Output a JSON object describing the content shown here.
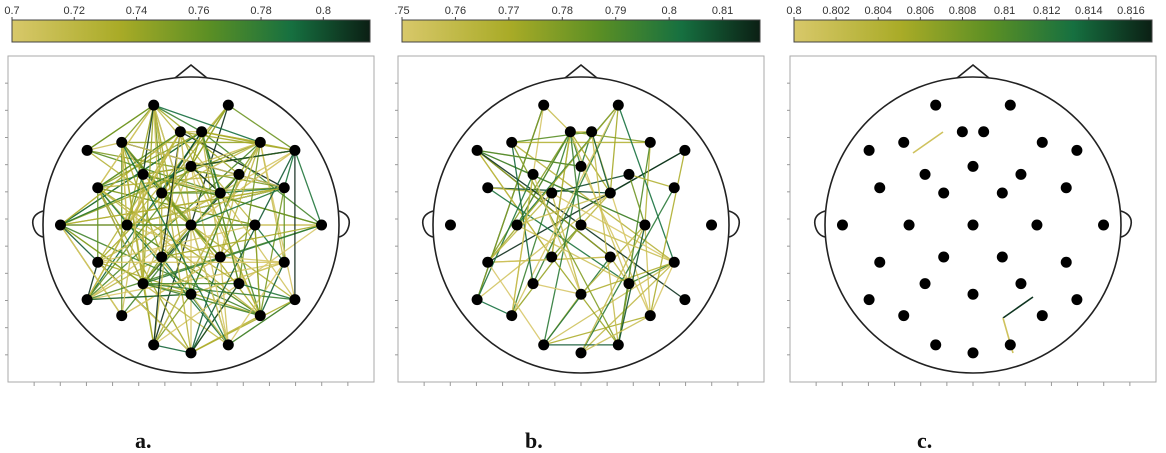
{
  "colors": {
    "scale_low": "#d8c86a",
    "scale_mid1": "#9aa61c",
    "scale_mid2": "#4f8a2a",
    "scale_mid3": "#16683a",
    "scale_high": "#0b1f14",
    "node": "#000000",
    "head_outline": "#222222",
    "frame": "#999999"
  },
  "panels": [
    {
      "label": "a.",
      "colorbar": {
        "min": 0.7,
        "max": 0.815,
        "ticks": [
          "0.7",
          "0.72",
          "0.74",
          "0.76",
          "0.78",
          "0.8"
        ],
        "tick_values": [
          0.7,
          0.72,
          0.74,
          0.76,
          0.78,
          0.8
        ]
      },
      "edge_mode": "dense",
      "edge_seed": 7,
      "edge_count": 220
    },
    {
      "label": "b.",
      "colorbar": {
        "min": 0.75,
        "max": 0.817,
        "ticks": [
          ".75",
          "0.76",
          "0.77",
          "0.78",
          "0.79",
          "0.8",
          "0.81"
        ],
        "tick_values": [
          0.75,
          0.76,
          0.77,
          0.78,
          0.79,
          0.8,
          0.81
        ]
      },
      "edge_mode": "medium",
      "edge_seed": 13,
      "edge_count": 95
    },
    {
      "label": "c.",
      "colorbar": {
        "min": 0.8,
        "max": 0.817,
        "ticks": [
          "0.8",
          "0.802",
          "0.804",
          "0.806",
          "0.808",
          "0.81",
          "0.812",
          "0.814",
          "0.816"
        ],
        "tick_values": [
          0.8,
          0.802,
          0.804,
          0.806,
          0.808,
          0.81,
          0.812,
          0.814,
          0.816
        ]
      },
      "edge_mode": "sparse",
      "edges": [
        [
          0,
          1,
          0.801
        ],
        [
          2,
          3,
          0.816
        ],
        [
          3,
          4,
          0.801
        ]
      ]
    }
  ]
}
